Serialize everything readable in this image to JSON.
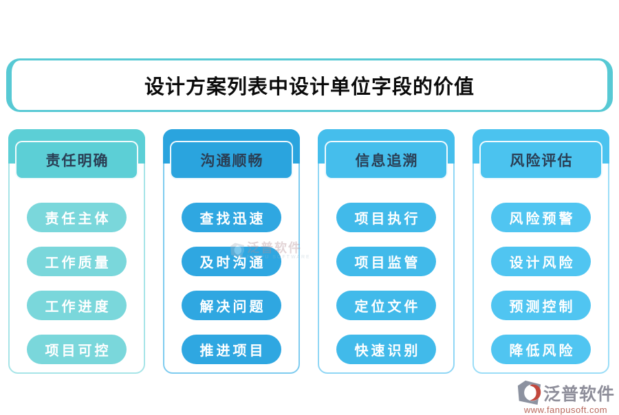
{
  "title": "设计方案列表中设计单位字段的价值",
  "columns": [
    {
      "header": "责任明确",
      "items": [
        "责任主体",
        "工作质量",
        "工作进度",
        "项目可控"
      ],
      "colors": {
        "main": "#5CCFD6",
        "pill": "#7AD7DB",
        "border": "#A6E4E7"
      }
    },
    {
      "header": "沟通顺畅",
      "items": [
        "查找迅速",
        "及时沟通",
        "解决问题",
        "推进项目"
      ],
      "colors": {
        "main": "#2AA4DE",
        "pill": "#2FA7E1",
        "border": "#7DCBEF"
      }
    },
    {
      "header": "信息追溯",
      "items": [
        "项目执行",
        "项目监管",
        "定位文件",
        "快速识别"
      ],
      "colors": {
        "main": "#45BEEC",
        "pill": "#41BAEA",
        "border": "#8FD6F5"
      }
    },
    {
      "header": "风险评估",
      "items": [
        "风险预警",
        "设计风险",
        "预测控制",
        "降低风险"
      ],
      "colors": {
        "main": "#4BC3EF",
        "pill": "#50C5F1",
        "border": "#9ADDF7"
      }
    }
  ],
  "watermark": {
    "text": "泛普软件",
    "subtext": "FANPU SOFTWARE"
  },
  "footer": {
    "brand": "泛普软件",
    "url": "www.fanpusoft.com"
  },
  "colors": {
    "banner_border": "#57C9D4",
    "header_text": "#2A3E54",
    "pill_text": "#FFFFFF",
    "title_text": "#0B0B0B",
    "footer_brand": "#8E8E9A",
    "footer_url": "#B8685C",
    "logo_gray": "#8C92A0",
    "logo_red": "#C2473C"
  }
}
